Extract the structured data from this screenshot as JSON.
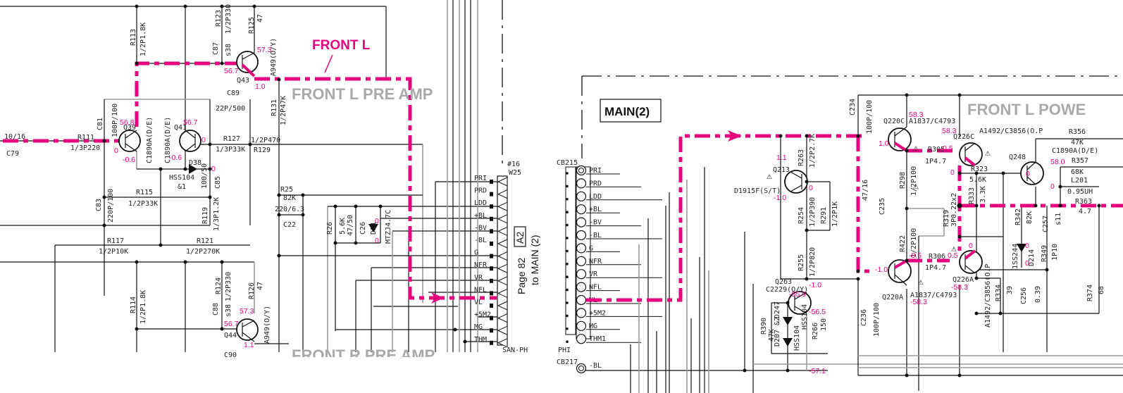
{
  "labels": {
    "signal_path": "FRONT L",
    "left_section": "FRONT L PRE AMP",
    "left_section_bottom": "FRONT R PRE AMP",
    "right_section": "FRONT L POWE",
    "main_box": "MAIN(2)",
    "page_ref": "Page 82",
    "to_main": "to MAIN (2)",
    "connector_ref": "A2",
    "w25_id": "W25",
    "w25_num": "#16",
    "w25_type": "SAN-PH",
    "cb215": "CB215",
    "cb217": "CB217",
    "phi": "PHI"
  },
  "connector_pins": [
    "PRI",
    "PRD",
    "LDD",
    "+BL",
    "-BV",
    "-BL",
    "G",
    "NFR",
    "VR",
    "NFL",
    "VL",
    "+5M2",
    "MG",
    "THM"
  ],
  "cb215_pins": [
    "PRI",
    "PRD",
    "LDD",
    "+BL",
    "-BV",
    "-BL",
    "G",
    "NFR",
    "VR",
    "NFL",
    "VL",
    "+5M2",
    "MG",
    "THM1"
  ],
  "cb217_pins": [
    "-BL"
  ],
  "components_left": {
    "C79": {
      "ref": "C79",
      "value": "10/16"
    },
    "R111": {
      "ref": "R111",
      "value": "1/3P220"
    },
    "C81": {
      "ref": "C81",
      "value": "100P/100"
    },
    "R113": {
      "ref": "R113",
      "value": "1/2P1.8K"
    },
    "Q39": {
      "ref": "Q39",
      "part": "C1890A(D/E)"
    },
    "Q41": {
      "ref": "Q41",
      "part": "C1890A(D/E)"
    },
    "R123": {
      "ref": "R123",
      "value": "1/2P330"
    },
    "C87": {
      "ref": "C87",
      "value": "s38"
    },
    "R125": {
      "ref": "R125",
      "value": "47"
    },
    "Q43": {
      "ref": "Q43",
      "part": "A949(O/Y)"
    },
    "C89": {
      "ref": "C89",
      "value": "22P/500"
    },
    "R127": {
      "ref": "R127",
      "value": "1/3P33K"
    },
    "R129": {
      "ref": "R129",
      "value": "1/2P470"
    },
    "R131": {
      "ref": "R131",
      "value": "1/2P47K"
    },
    "D38": {
      "ref": "D38",
      "part": "HSS104",
      "note": "&1"
    },
    "C85": {
      "ref": "C85",
      "value": "100/50"
    },
    "R115": {
      "ref": "R115",
      "value": "1/2P33K"
    },
    "C83": {
      "ref": "C83",
      "value": "220P/100"
    },
    "R119": {
      "ref": "R119",
      "value": "1/3P1.2K"
    },
    "R117": {
      "ref": "R117",
      "value": "1/2P10K"
    },
    "R121": {
      "ref": "R121",
      "value": "1/2P270K"
    },
    "R25": {
      "ref": "R25",
      "value": "82K"
    },
    "C22": {
      "ref": "C22",
      "value": "220/6.3"
    },
    "R26": {
      "ref": "R26",
      "value": "5.6K"
    },
    "C26": {
      "ref": "C26",
      "value": "47/50"
    },
    "D21": {
      "ref": "D21",
      "part": "MTZJ4.7C"
    },
    "R114": {
      "ref": "R114",
      "value": "1/2P1.8K"
    },
    "R124": {
      "ref": "R124",
      "value": "1/2P330"
    },
    "C88": {
      "ref": "C88",
      "value": "s38"
    },
    "R126": {
      "ref": "R126",
      "value": "47"
    },
    "Q44": {
      "ref": "Q44",
      "part": "A949(O/Y)"
    },
    "C90": {
      "ref": "C90",
      "value": ""
    }
  },
  "components_right": {
    "Q213": {
      "ref": "Q213",
      "part": "D1915F(S/T)"
    },
    "R263": {
      "ref": "R263",
      "value": "1/2P2.7K"
    },
    "R254": {
      "ref": "R254",
      "value": "1/2P390"
    },
    "R291": {
      "ref": "R291",
      "value": "1/2P1K"
    },
    "R255": {
      "ref": "R255",
      "value": "1/2P820"
    },
    "C234": {
      "ref": "C234",
      "value": "100P/100"
    },
    "C235": {
      "ref": "C235",
      "value": "47/16"
    },
    "C236": {
      "ref": "C236",
      "value": "100P/100"
    },
    "Q220C": {
      "ref": "Q220C",
      "part": "A1837/C4793"
    },
    "Q220A": {
      "ref": "Q220A",
      "part": "A1837/C4793"
    },
    "R298": {
      "ref": "R298",
      "value": "1/2P100"
    },
    "R422": {
      "ref": "R422",
      "value": "1/2P100"
    },
    "R305": {
      "ref": "R305",
      "value": "1P4.7"
    },
    "R306": {
      "ref": "R306",
      "value": "1P4.7"
    },
    "Q226C": {
      "ref": "Q226C",
      "part": "A1492/C3856(O.P"
    },
    "Q226A": {
      "ref": "Q226A",
      "part": "A1492/C3856(O.P"
    },
    "R319": {
      "ref": "R319",
      "value": "3P0.22x2"
    },
    "R323": {
      "ref": "R323",
      "value": "5.6K"
    },
    "R333": {
      "ref": "R333",
      "value": "3.3K"
    },
    "R342": {
      "ref": "R342",
      "value": "82K"
    },
    "D214": {
      "ref": "D214",
      "part": "1SS244"
    },
    "C257": {
      "ref": "C257",
      "value": "s11"
    },
    "R349": {
      "ref": "R349",
      "value": "1P10"
    },
    "R334": {
      "ref": "R334",
      "value": "39"
    },
    "C256": {
      "ref": "C256",
      "value": "0.39"
    },
    "R374": {
      "ref": "R374",
      "value": "68"
    },
    "Q248": {
      "ref": "Q248",
      "part": "C1890A(D/E)"
    },
    "R356": {
      "ref": "R356",
      "value": "47K"
    },
    "R357": {
      "ref": "R357",
      "value": "68K"
    },
    "L201": {
      "ref": "L201",
      "value": "0.95UH"
    },
    "R363": {
      "ref": "R363",
      "value": "4.7"
    },
    "Q263": {
      "ref": "Q263",
      "part": "C2229(O/Y)"
    },
    "D247": {
      "ref": "D247",
      "part": "HSS104",
      "note": "&2"
    },
    "D207": {
      "ref": "D207",
      "part": "HSS104",
      "note": "&2"
    },
    "R390": {
      "ref": "R390",
      "value": "47K"
    },
    "R266": {
      "ref": "R266",
      "value": "150"
    }
  },
  "voltages": {
    "q39_c": "56.8",
    "q39_b": "0",
    "q39_e": "-0.6",
    "q41_c": "56.7",
    "q41_b": "0",
    "q41_e": "-0.6",
    "d38": "0",
    "c85": "0",
    "q43_e": "57.3",
    "q43_b": "56.7",
    "q43_c": "1.0",
    "q44_e": "57.3",
    "q44_b": "56.7",
    "q44_c": "1.1",
    "d21_top": "0",
    "d21_bot": "0",
    "q213_c": "1.1",
    "q213_b": "0",
    "q213_e": "-1.0",
    "q263_c": "-1.0",
    "q263_b": "-55.9",
    "q263_e": "-56.5",
    "neg_rail": "-57.1",
    "q220c_c": "58.3",
    "q220c_b": "1.0",
    "q220a_b": "-1.0",
    "q220a_c": "-58.3",
    "r422": "-0.5",
    "q226c_c": "58.3",
    "q226c_b": "0.5",
    "q226c_e": "0",
    "q226a_b": "0.5",
    "q226a_e": "0",
    "q226a_c": "-58.3",
    "q248_b": "0",
    "q248_c": "58.0",
    "q248_e": "0",
    "d214_top": "0",
    "d214_bot": "0"
  },
  "colors": {
    "signal": "#e5007e",
    "section_title": "#a9a9a9",
    "wire": "#111111",
    "gray_wire": "#9a9a9a"
  }
}
